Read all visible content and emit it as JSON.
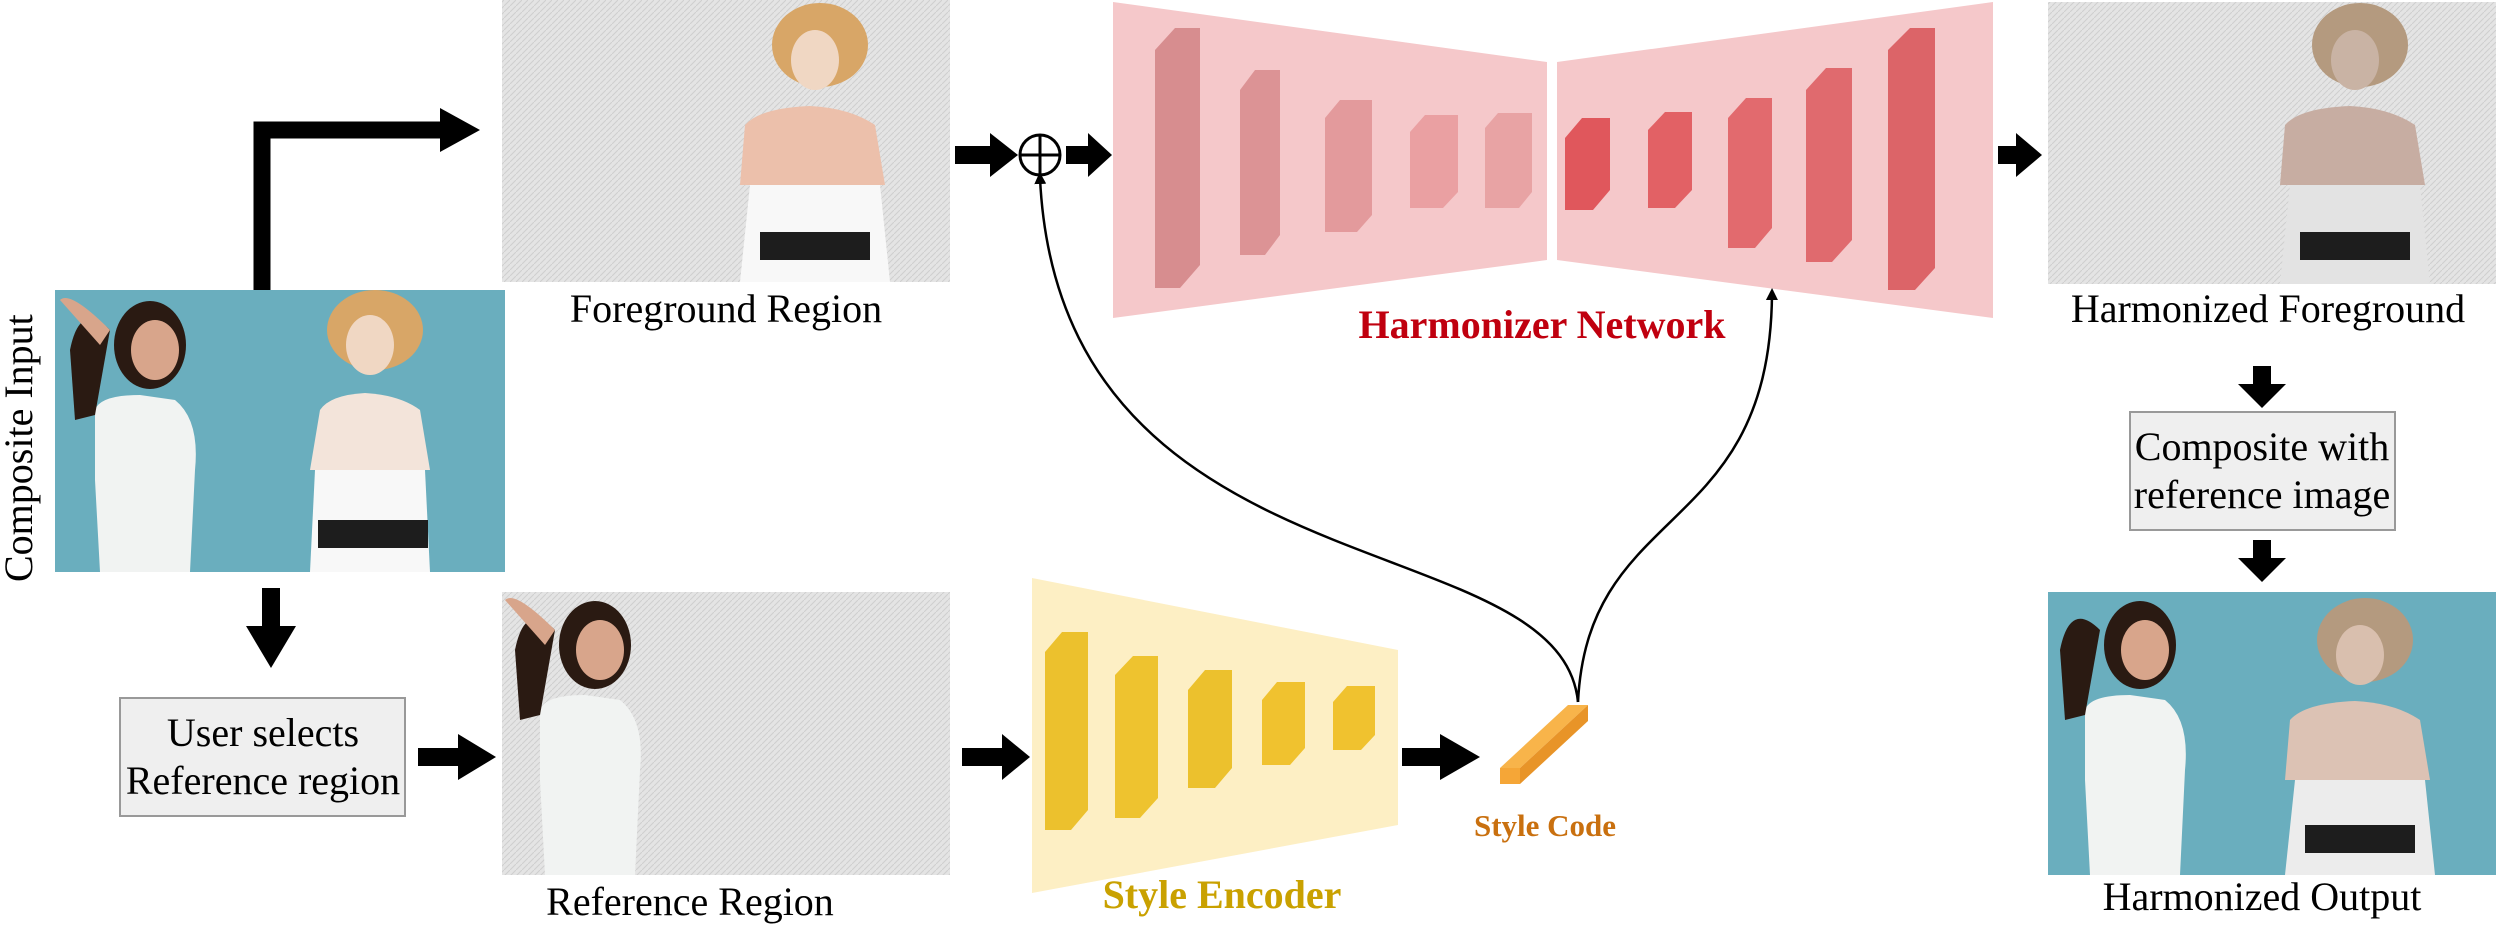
{
  "labels": {
    "composite_input": "Composite Input",
    "foreground_region": "Foreground Region",
    "reference_region": "Reference Region",
    "harmonizer_network": "Harmonizer Network",
    "style_encoder": "Style Encoder",
    "style_code": "Style Code",
    "harmonized_foreground": "Harmonized Foreground",
    "harmonized_output": "Harmonized Output",
    "user_selects_line1": "User selects",
    "user_selects_line2": "Reference region",
    "composite_with_line1": "Composite with",
    "composite_with_line2": "reference image"
  },
  "colors": {
    "harmonizer_bg": "#f5c8ca",
    "harmonizer_text": "#c0000f",
    "harmonizer_block": "#e06a6e",
    "encoder_bg": "#fdefc4",
    "encoder_text": "#c9a100",
    "encoder_block": "#f0c22f",
    "style_code": "#f5a637",
    "box_fill": "#efefef",
    "composite_bg": "#6aaebe"
  },
  "icons": {
    "sum": "circle-plus-icon",
    "arrow": "thick-right-arrow-icon"
  }
}
